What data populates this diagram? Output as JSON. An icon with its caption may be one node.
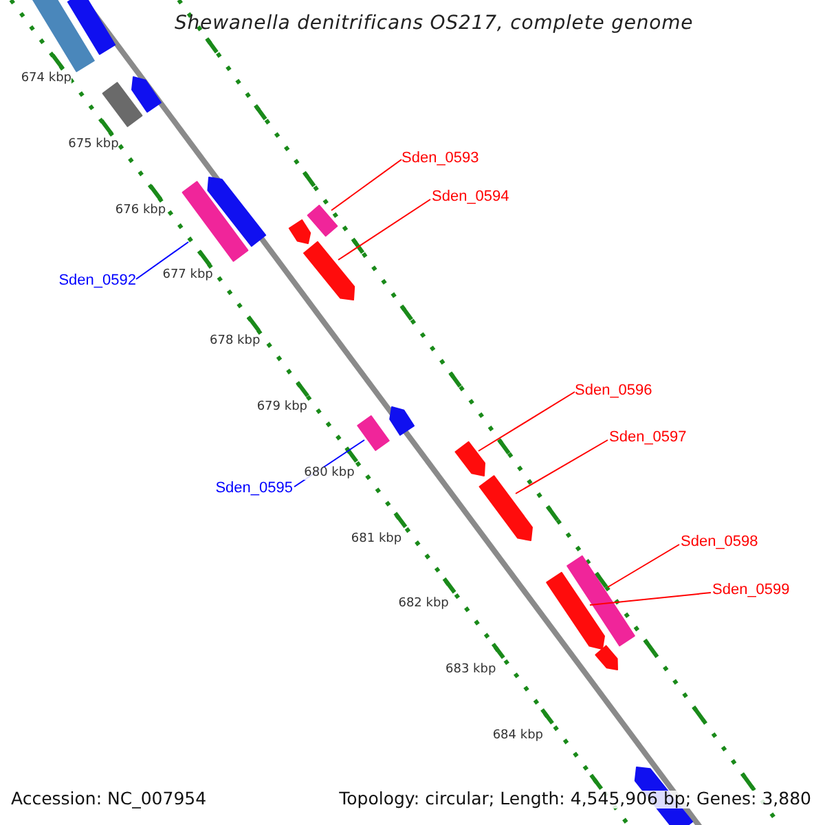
{
  "diagram": {
    "title": "Shewanella denitrificans OS217, complete genome",
    "nodes": [
      {
        "text": [
          "Sden_0592"
        ]
      },
      {
        "text": [],
        "shape": "bar"
      },
      {
        "text": [
          "Sden_0593"
        ]
      },
      {
        "text": [],
        "shape": "bar"
      },
      {
        "text": [
          "Sden_0594"
        ]
      },
      {
        "text": [],
        "shape": "bar"
      },
      {
        "text": [
          "Sden_0595"
        ]
      },
      {
        "text": [],
        "shape": "bar"
      },
      {
        "text": [
          "Sden_0596"
        ]
      },
      {
        "text": [],
        "shape": "bar"
      },
      {
        "text": [
          "Sden_0597"
        ]
      },
      {
        "text": [],
        "shape": "bar"
      },
      {
        "text": [
          "Sden_0598"
        ]
      },
      {
        "text": [],
        "shape": "bar"
      },
      {
        "text": [
          "Sden_0599"
        ]
      },
      {
        "text": [],
        "shape": "bar"
      }
    ],
    "edges": [
      {
        "from": 0,
        "to": 1,
        "arrow": "none",
        "color": "#0000ff"
      },
      {
        "from": 2,
        "to": 3,
        "arrow": "none"
      },
      {
        "from": 4,
        "to": 5,
        "arrow": "none"
      },
      {
        "from": 6,
        "to": 7,
        "arrow": "none",
        "color": "#0000ff"
      },
      {
        "from": 8,
        "to": 9,
        "arrow": "none"
      },
      {
        "from": 10,
        "to": 11,
        "arrow": "none"
      },
      {
        "from": 12,
        "to": 13,
        "arrow": "none"
      },
      {
        "from": 14,
        "to": 15,
        "arrow": "none"
      }
    ],
    "labels": [
      "674 kbp",
      "675 kbp",
      "676 kbp",
      "677 kbp",
      "678 kbp",
      "679 kbp",
      "680 kbp",
      "681 kbp",
      "682 kbp",
      "683 kbp",
      "684 kbp",
      "Accession: NC_007954",
      "Topology: circular; Length: 4,545,906 bp; Genes: 3,880"
    ]
  }
}
